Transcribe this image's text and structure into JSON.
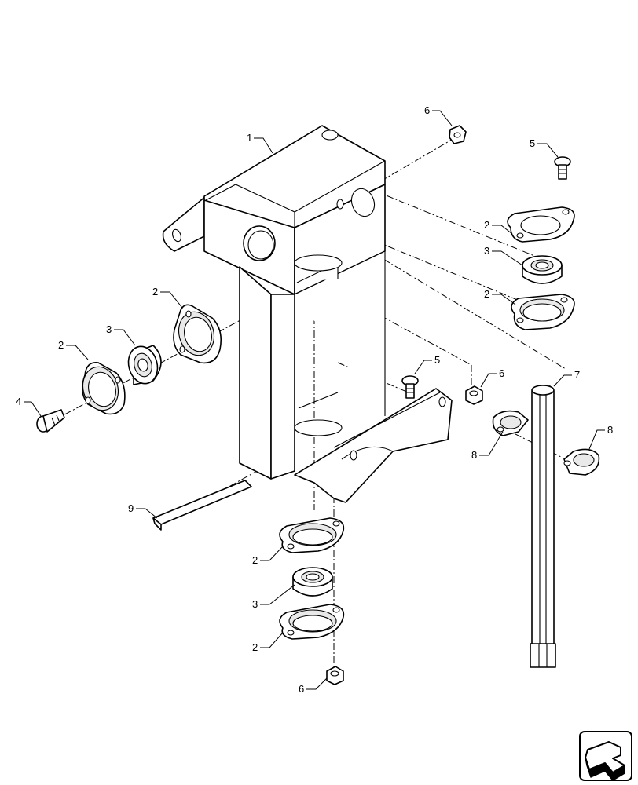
{
  "callouts": [
    {
      "name": "frame",
      "text": "1"
    },
    {
      "name": "flange-bearing-plate",
      "text": "2"
    },
    {
      "name": "bearing",
      "text": "3"
    },
    {
      "name": "carriage-bolt",
      "text": "4"
    },
    {
      "name": "bolt",
      "text": "5"
    },
    {
      "name": "flange-nut",
      "text": "6"
    },
    {
      "name": "hex-shaft",
      "text": "7"
    },
    {
      "name": "collar-half",
      "text": "8"
    },
    {
      "name": "strip",
      "text": "9"
    }
  ]
}
